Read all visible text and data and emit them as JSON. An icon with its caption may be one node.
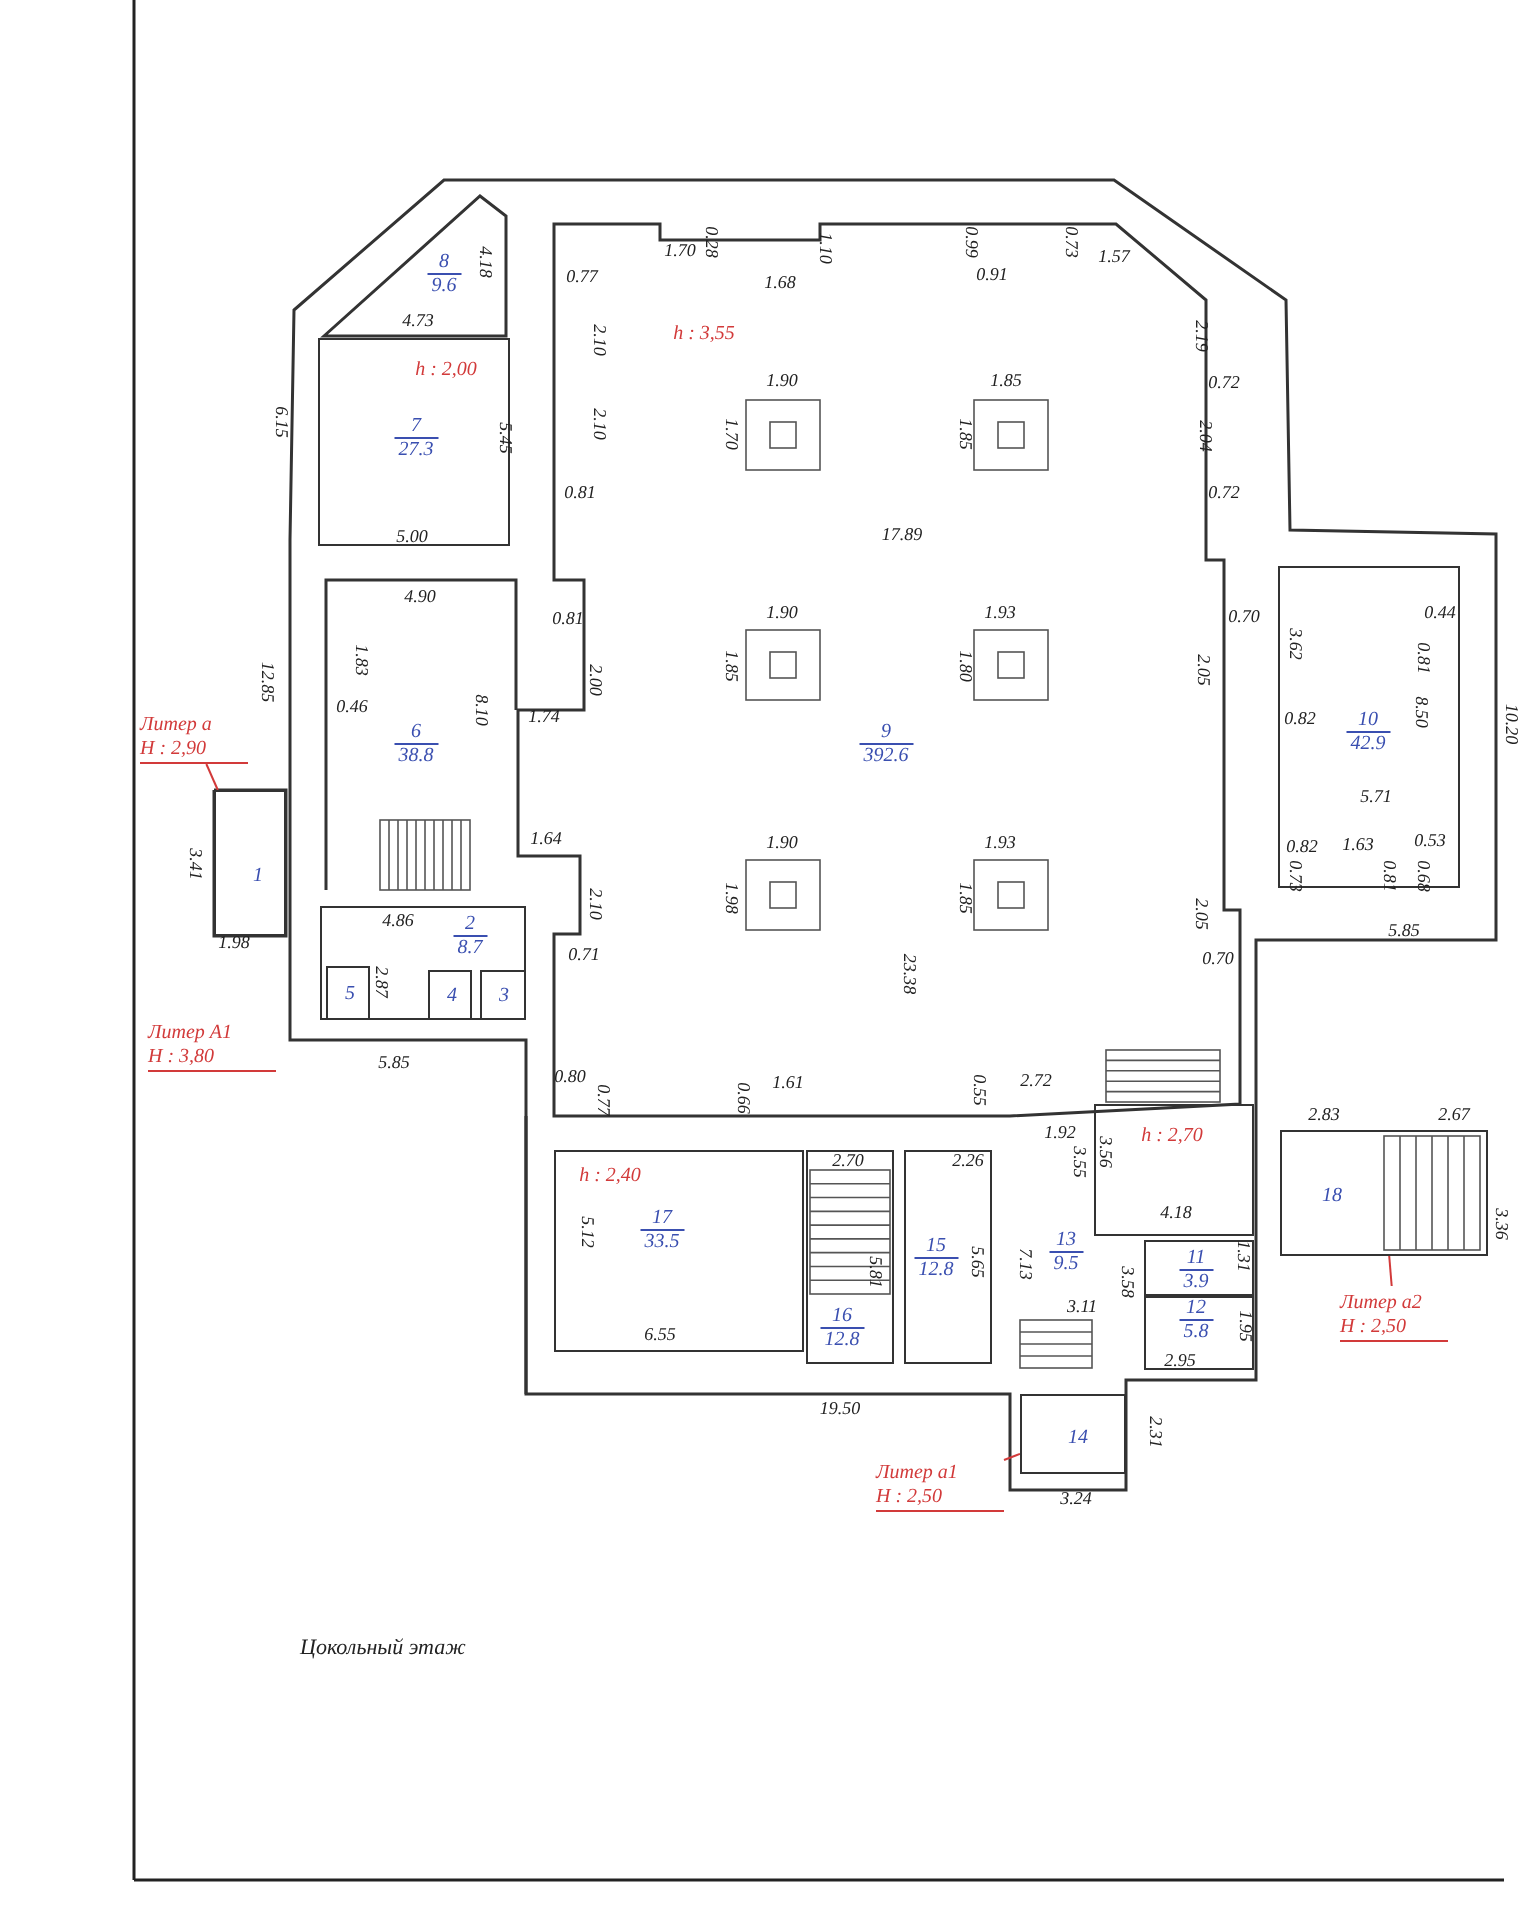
{
  "diagram": {
    "caption": "Цокольный этаж",
    "nodes": [
      {
        "text": [
          "8",
          "9.6"
        ]
      },
      {
        "text": [
          "h : 2,00",
          "7",
          "27.3"
        ]
      },
      {
        "text": [
          "h : 3,55",
          "9",
          "392.6"
        ]
      },
      {
        "text": [
          "6",
          "38.8"
        ]
      },
      {
        "text": [
          "10",
          "42.9"
        ]
      },
      {
        "text": [
          "Литер а",
          "H : 2,90"
        ]
      },
      {
        "text": [
          "1"
        ],
        "beside": [
          "3.41"
        ]
      },
      {
        "text": [
          "2",
          "8.7"
        ]
      },
      {
        "text": [
          "5"
        ],
        "in": 7,
        "beside": [
          "2.87"
        ]
      },
      {
        "text": [
          "4"
        ],
        "in": 7
      },
      {
        "text": [
          "3"
        ],
        "in": 7
      },
      {
        "text": [
          "Литер А1",
          "H : 3,80"
        ]
      },
      {
        "text": [
          "h : 2,70"
        ]
      },
      {
        "text": [
          "h : 2,40",
          "17",
          "33.5"
        ]
      },
      {
        "text": [
          "16",
          "12.8"
        ]
      },
      {
        "text": [
          "15",
          "12.8"
        ]
      },
      {
        "text": [
          "13",
          "9.5"
        ]
      },
      {
        "text": [
          "18"
        ]
      },
      {
        "text": [
          "11",
          "3.9"
        ]
      },
      {
        "text": [
          "12",
          "5.8"
        ]
      },
      {
        "text": [
          "Литер а2",
          "H : 2,50"
        ]
      },
      {
        "text": [
          "14"
        ]
      },
      {
        "text": [
          "Литер а1",
          "H : 2,50"
        ]
      }
    ],
    "edges": [
      {
        "from": 5,
        "to": 6,
        "arrow": "none"
      },
      {
        "from": 20,
        "to": 17,
        "arrow": "none"
      },
      {
        "from": 22,
        "to": 21,
        "arrow": "none"
      }
    ],
    "labels": [
      "1.70",
      "0.28",
      "1.68",
      "1.10",
      "0.99",
      "0.91",
      "0.73",
      "1.57",
      "0.77",
      "4.18",
      "4.73",
      "2.10",
      "2.10",
      "0.81",
      "6.15",
      "5.45",
      "5.00",
      "4.90",
      "0.81",
      "2.00",
      "1.74",
      "1.83",
      "12.85",
      "0.46",
      "8.10",
      "1.90",
      "1.70",
      "1.85",
      "1.85",
      "17.89",
      "1.90",
      "1.85",
      "1.93",
      "1.80",
      "1.90",
      "1.98",
      "1.93",
      "1.85",
      "23.38",
      "2.19",
      "0.72",
      "2.04",
      "0.72",
      "0.70",
      "2.05",
      "3.62",
      "0.44",
      "0.81",
      "8.50",
      "10.20",
      "0.82",
      "5.71",
      "0.82",
      "0.73",
      "1.63",
      "0.81",
      "0.53",
      "0.68",
      "5.85",
      "2.05",
      "0.70",
      "1.64",
      "2.10",
      "0.71",
      "4.86",
      "1.98",
      "5.85",
      "0.80",
      "0.77",
      "0.66",
      "1.61",
      "0.55",
      "2.72",
      "1.92",
      "2.70",
      "2.26",
      "5.12",
      "5.81",
      "5.65",
      "6.55",
      "3.55",
      "3.56",
      "7.13",
      "4.18",
      "3.58",
      "1.31",
      "3.11",
      "1.95",
      "2.95",
      "19.50",
      "2.31",
      "3.24",
      "2.83",
      "2.67",
      "3.36"
    ]
  }
}
